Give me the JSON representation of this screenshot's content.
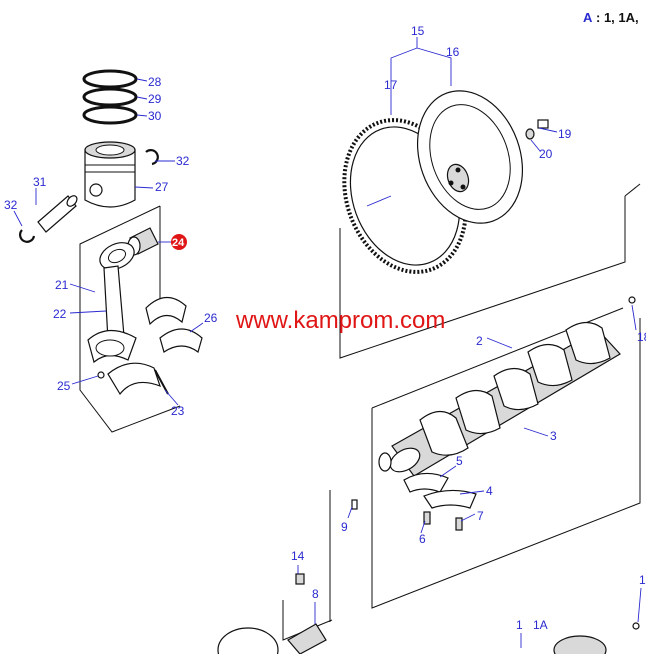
{
  "header": {
    "prefix": "A",
    "text": ": 1, 1A,"
  },
  "watermark": "www.kamprom.com",
  "highlight_color": "#e01616",
  "callout_color": "#2a2ad0",
  "callouts": {
    "c15": "15",
    "c16": "16",
    "c17": "17",
    "c19": "19",
    "c20": "20",
    "c28": "28",
    "c29": "29",
    "c30": "30",
    "c32a": "32",
    "c32b": "32",
    "c31": "31",
    "c27": "27",
    "c24": "24",
    "c21": "21",
    "c22": "22",
    "c26": "26",
    "c25": "25",
    "c23": "23",
    "c18": "18",
    "c2": "2",
    "c3": "3",
    "c5": "5",
    "c4": "4",
    "c7": "7",
    "c9": "9",
    "c6": "6",
    "c14": "14",
    "c8": "8",
    "c1a": "1",
    "c1b": "1",
    "c1Ab": "1A"
  }
}
